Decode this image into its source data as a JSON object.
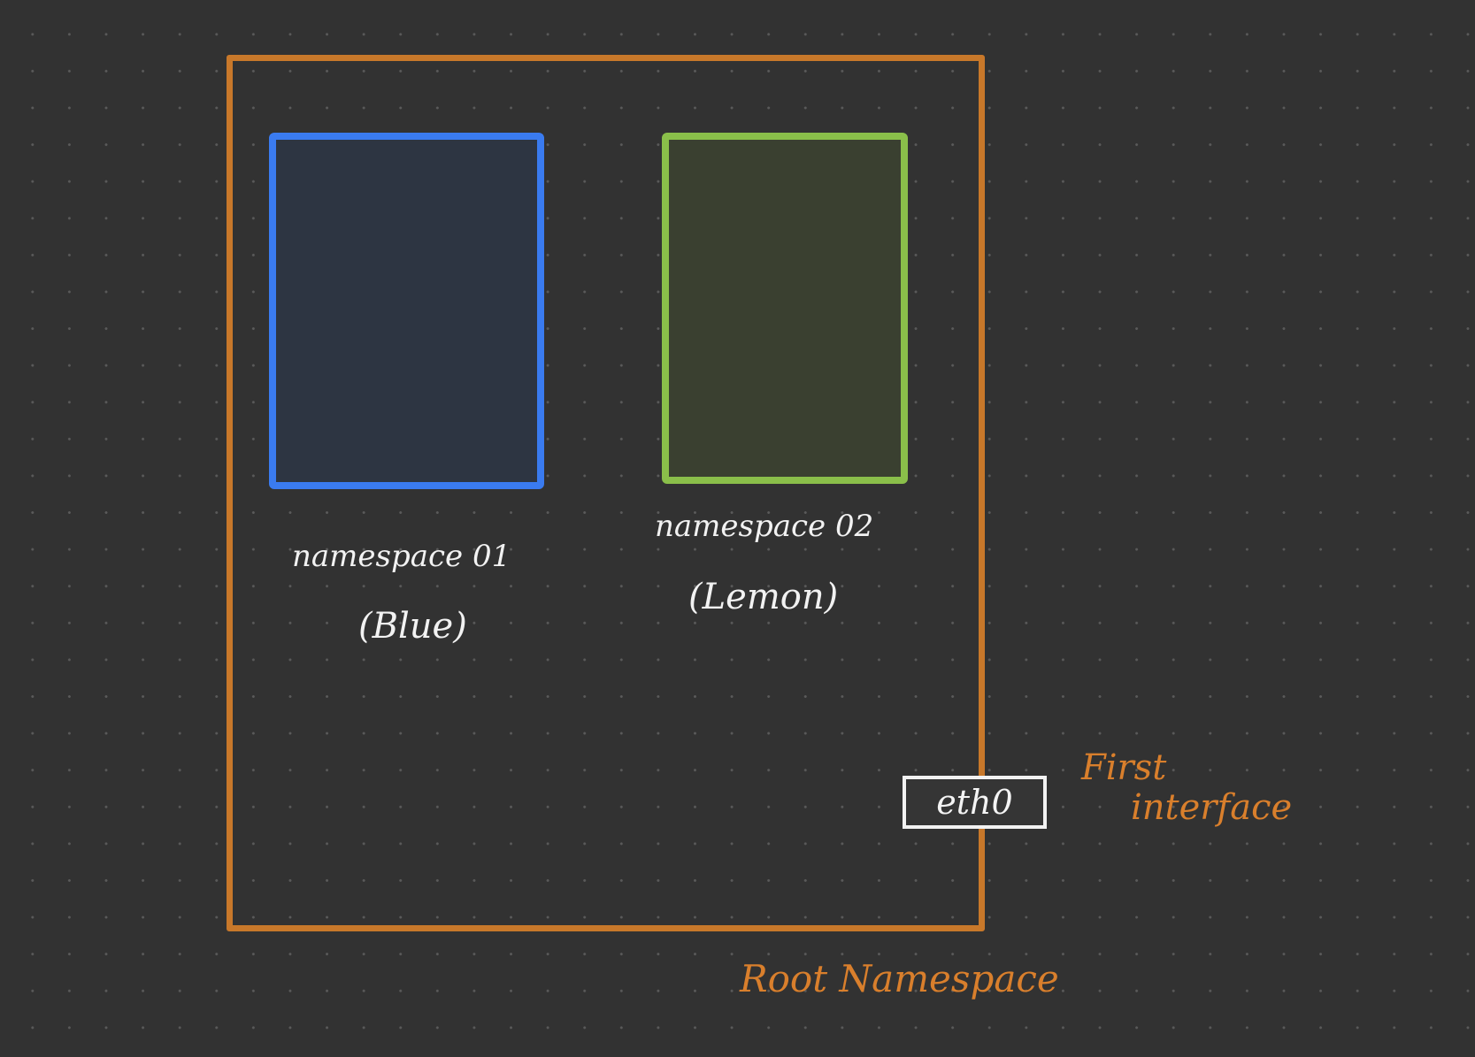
{
  "diagram": {
    "root": {
      "label": "Root Namespace",
      "color": "#c8782a"
    },
    "namespaces": [
      {
        "name": "namespace 01",
        "color_label": "(Blue)",
        "color": "#3a7bf0"
      },
      {
        "name": "namespace 02",
        "color_label": "(Lemon)",
        "color": "#8abf4a"
      }
    ],
    "interface": {
      "name": "eth0",
      "annotation_line1": "First",
      "annotation_line2": "interface"
    }
  }
}
